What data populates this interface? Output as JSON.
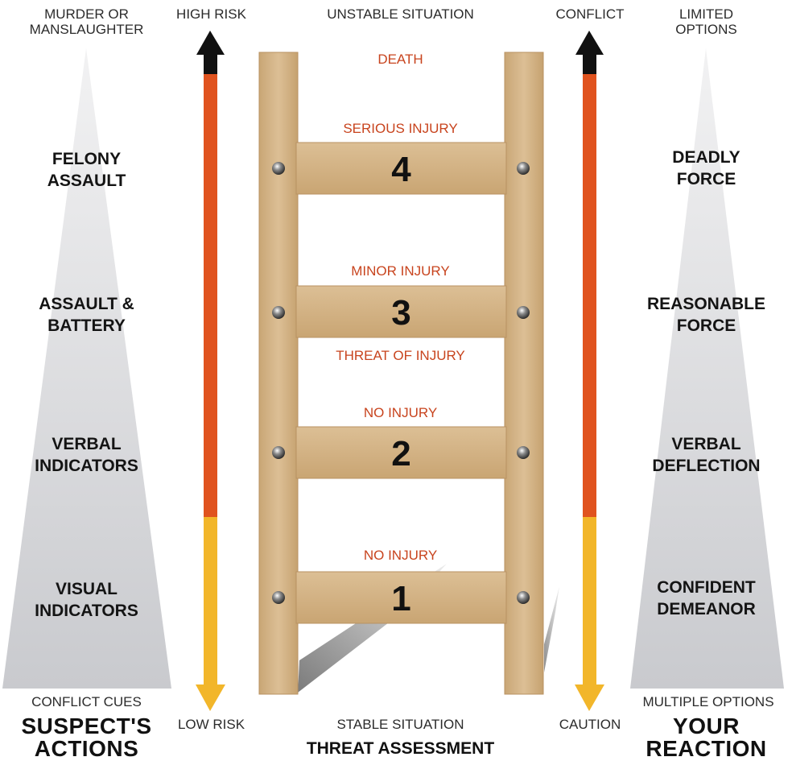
{
  "suspect": {
    "top_label": "MURDER OR\nMANSLAUGHTER",
    "levels": [
      "FELONY\nASSAULT",
      "ASSAULT &\nBATTERY",
      "VERBAL\nINDICATORS",
      "VISUAL\nINDICATORS"
    ],
    "bottom_label": "CONFLICT CUES",
    "title": "SUSPECT'S\nACTIONS"
  },
  "risk_arrow": {
    "top_label": "HIGH RISK",
    "bottom_label": "LOW RISK"
  },
  "ladder": {
    "top_label": "UNSTABLE SITUATION",
    "death_label": "DEATH",
    "rung_numbers": [
      "4",
      "3",
      "2",
      "1"
    ],
    "injury_labels": [
      "SERIOUS INJURY",
      "MINOR INJURY",
      "THREAT OF INJURY",
      "NO INJURY",
      "NO INJURY"
    ],
    "bottom_label": "STABLE SITUATION",
    "title": "THREAT ASSESSMENT"
  },
  "conflict_arrow": {
    "top_label": "CONFLICT",
    "bottom_label": "CAUTION"
  },
  "reaction": {
    "top_label": "LIMITED\nOPTIONS",
    "levels": [
      "DEADLY\nFORCE",
      "REASONABLE\nFORCE",
      "VERBAL\nDEFLECTION",
      "CONFIDENT\nDEMEANOR"
    ],
    "bottom_label": "MULTIPLE OPTIONS",
    "title": "YOUR\nREACTION"
  },
  "colors": {
    "arrow_red": "#e0531f",
    "arrow_yellow": "#f2b62a",
    "arrow_black": "#111111",
    "wood": "#d5b488",
    "triangle": "#cfd0d4",
    "injury_text": "#c8441e"
  }
}
